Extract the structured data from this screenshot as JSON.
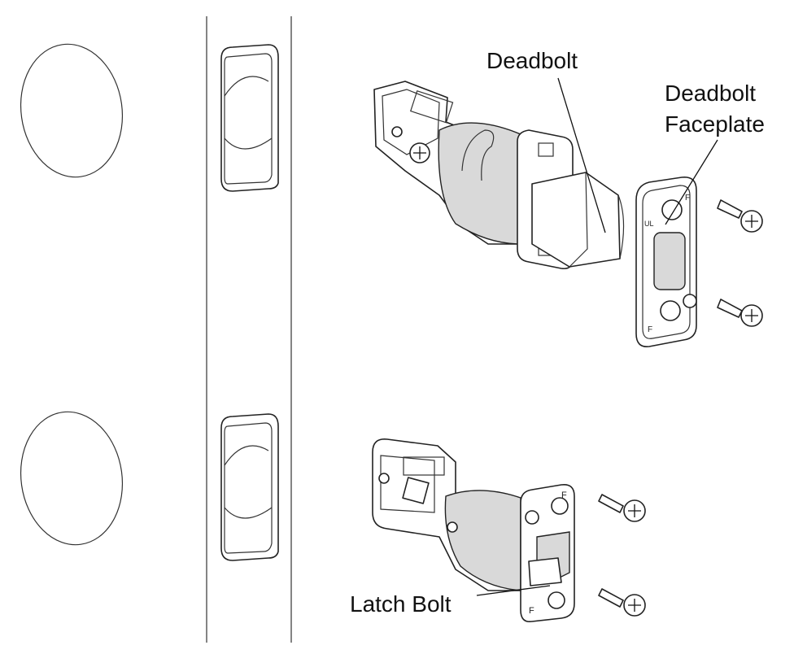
{
  "labels": {
    "deadbolt": "Deadbolt",
    "deadbolt_faceplate_line1": "Deadbolt",
    "deadbolt_faceplate_line2": "Faceplate",
    "latch_bolt": "Latch Bolt"
  },
  "faceplate_marks": {
    "deadbolt_plate_top": "F",
    "deadbolt_plate_ul": "UL",
    "deadbolt_plate_bottom": "F",
    "latch_plate_top": "F",
    "latch_plate_bottom": "F"
  },
  "colors": {
    "line": "#222222",
    "background": "#ffffff",
    "shade": "#d9d9d9"
  }
}
